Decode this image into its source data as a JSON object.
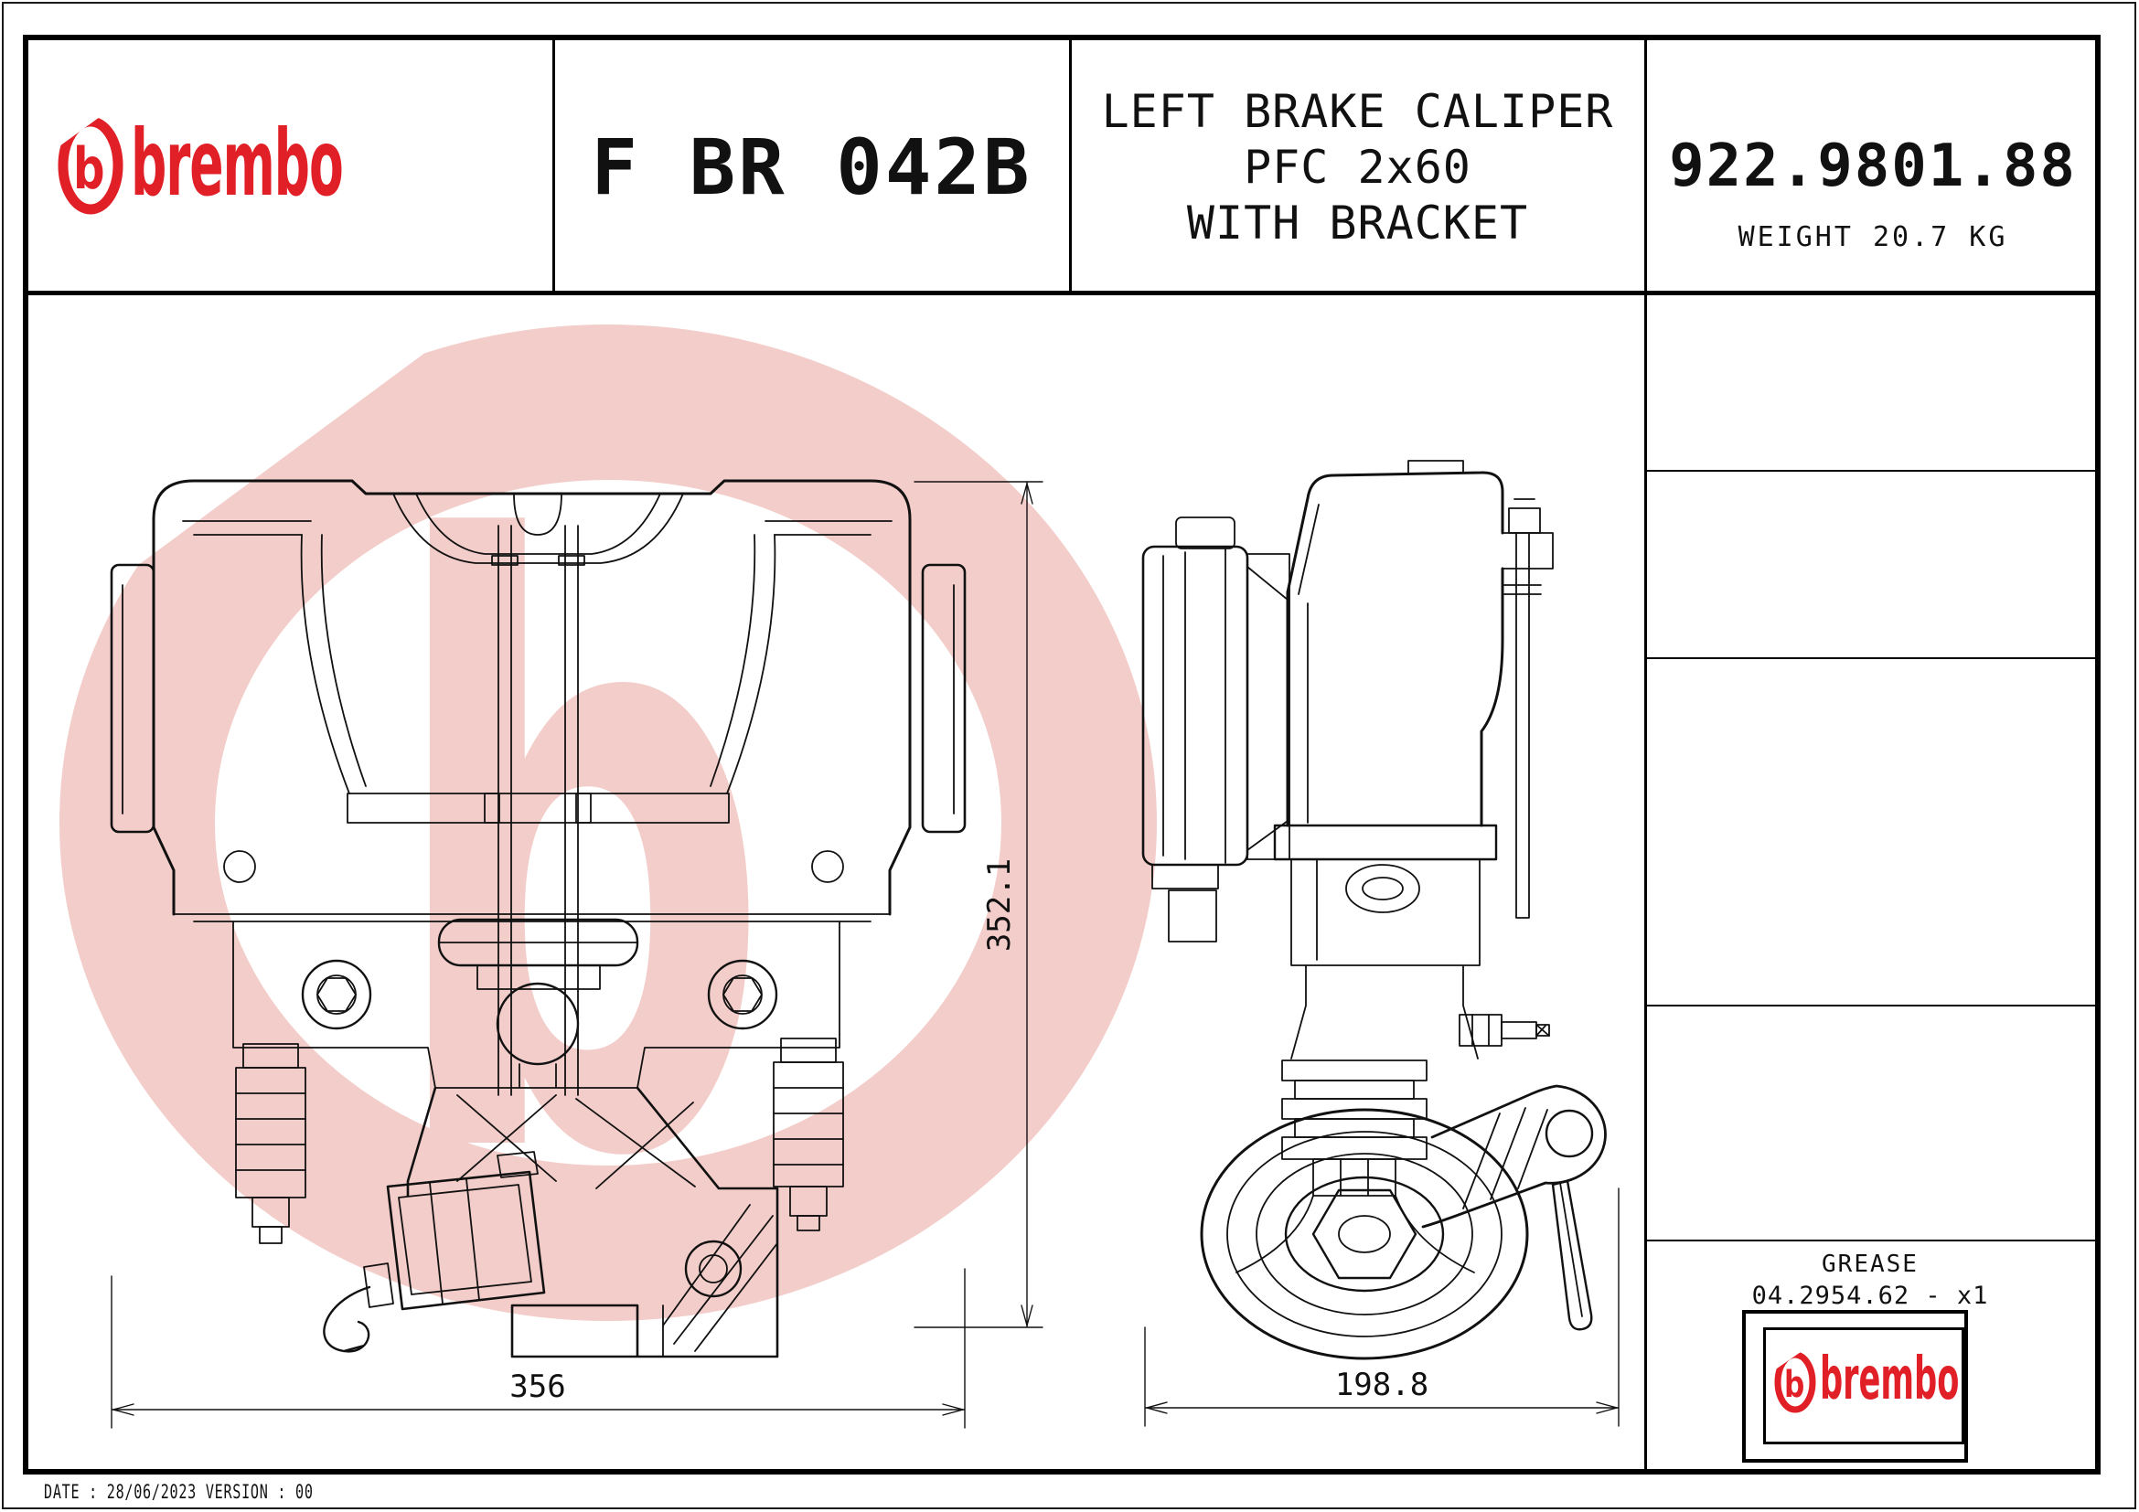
{
  "header": {
    "brand": "brembo",
    "logo_letter": "b",
    "part_code": "F BR 042B",
    "description_lines": [
      "LEFT BRAKE CALIPER",
      "PFC 2x60",
      "WITH BRACKET"
    ],
    "part_number": "922.9801.88",
    "weight": "WEIGHT 20.7 KG"
  },
  "drawing": {
    "dimensions": {
      "overall_height": "352.1",
      "front_width": "356",
      "side_width": "198.8"
    }
  },
  "side_panel": {
    "grease_label": "GREASE",
    "grease_part": "04.2954.62 - x1",
    "brand": "brembo",
    "logo_letter": "b"
  },
  "footer": {
    "date_version": "DATE : 28/06/2023 VERSION : 00"
  },
  "colors": {
    "brand_red": "#e11f26",
    "watermark_pink": "#f3cdc9",
    "line_black": "#111111"
  }
}
